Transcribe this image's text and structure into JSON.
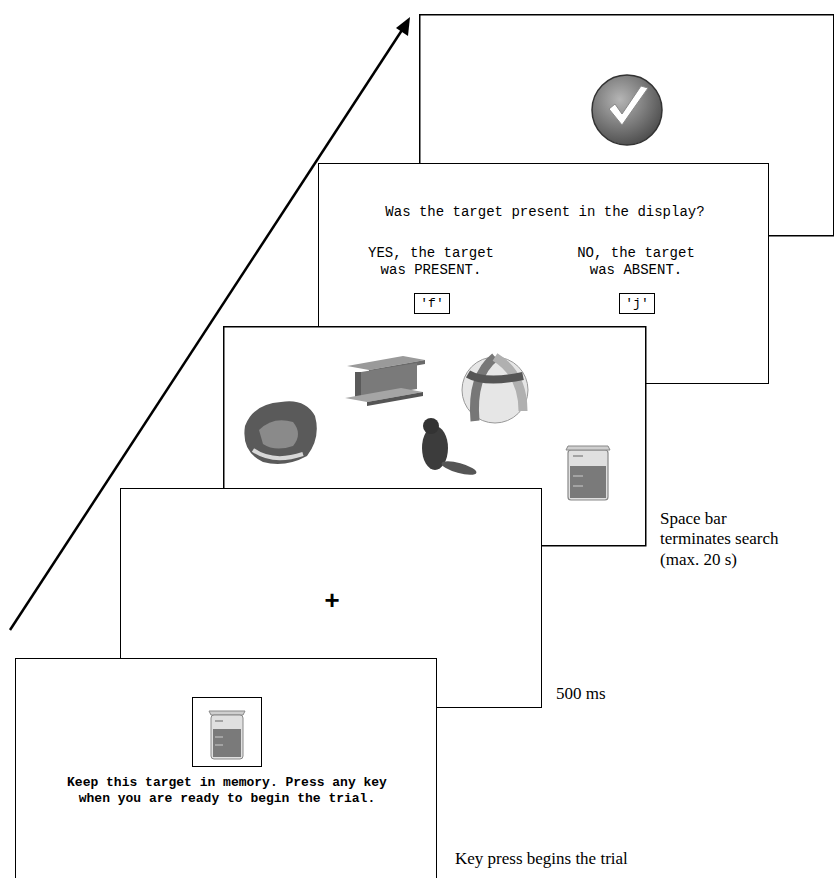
{
  "diagram": {
    "nodes": [
      {
        "text": [
          "Keep this target in memory. Press any key when you are ready to begin the trial."
        ]
      },
      {
        "text": [
          "+"
        ]
      },
      {
        "text": [
          "Was the target present in the display?",
          "YES, the target was PRESENT.",
          "NO, the target was ABSENT."
        ]
      },
      {
        "text": [
          "'f'"
        ],
        "in": 2
      },
      {
        "text": [
          "'j'"
        ],
        "in": 2
      }
    ],
    "edges": [],
    "labels": [
      "Key press begins the trial",
      "500 ms",
      "Space bar terminates search (max. 20 s)"
    ]
  }
}
